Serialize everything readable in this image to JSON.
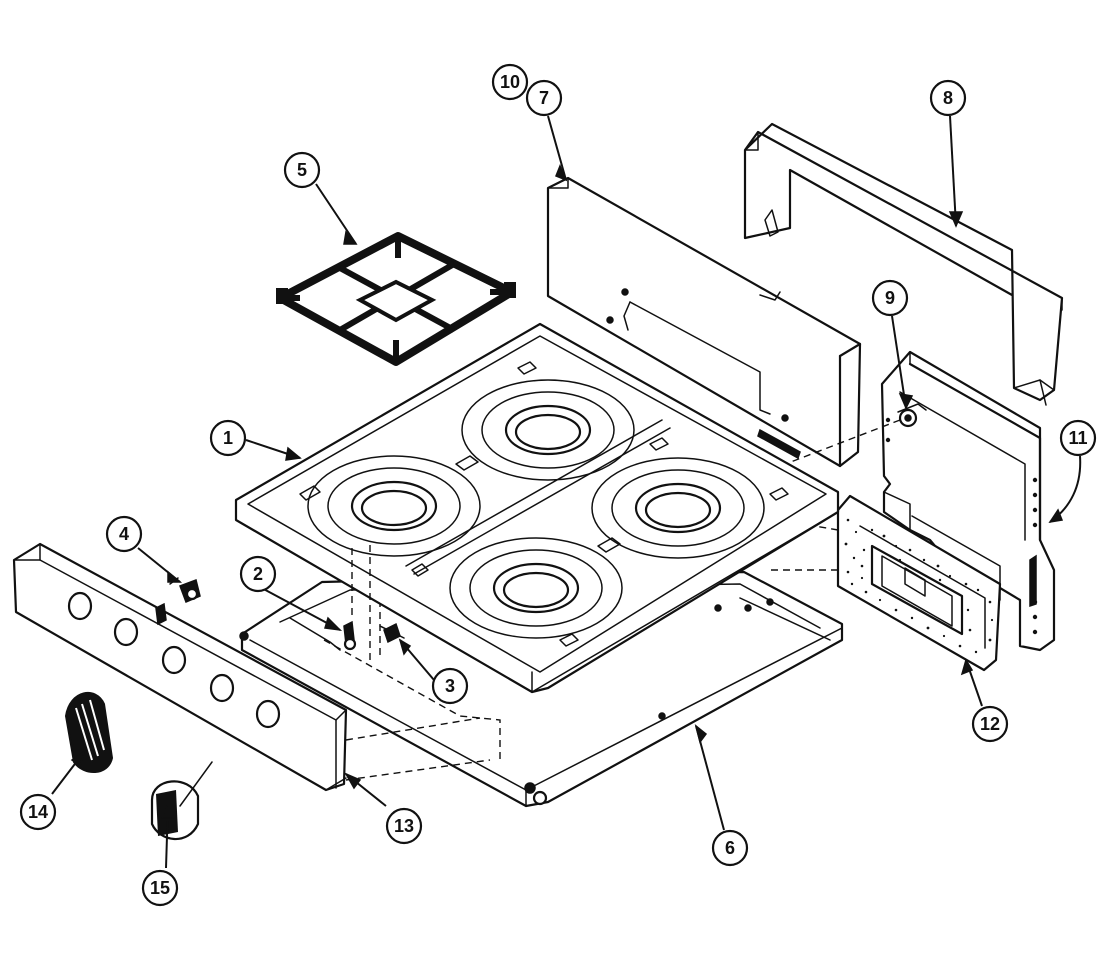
{
  "diagram": {
    "callouts": [
      {
        "id": "callout-1",
        "label": "1"
      },
      {
        "id": "callout-2",
        "label": "2"
      },
      {
        "id": "callout-3",
        "label": "3"
      },
      {
        "id": "callout-4",
        "label": "4"
      },
      {
        "id": "callout-5",
        "label": "5"
      },
      {
        "id": "callout-6",
        "label": "6"
      },
      {
        "id": "callout-7",
        "label": "7"
      },
      {
        "id": "callout-8",
        "label": "8"
      },
      {
        "id": "callout-9",
        "label": "9"
      },
      {
        "id": "callout-10",
        "label": "10"
      },
      {
        "id": "callout-11",
        "label": "11"
      },
      {
        "id": "callout-12",
        "label": "12"
      },
      {
        "id": "callout-13",
        "label": "13"
      },
      {
        "id": "callout-14",
        "label": "14"
      },
      {
        "id": "callout-15",
        "label": "15"
      }
    ]
  },
  "colors": {
    "ink": "#111111",
    "paper": "#ffffff"
  }
}
